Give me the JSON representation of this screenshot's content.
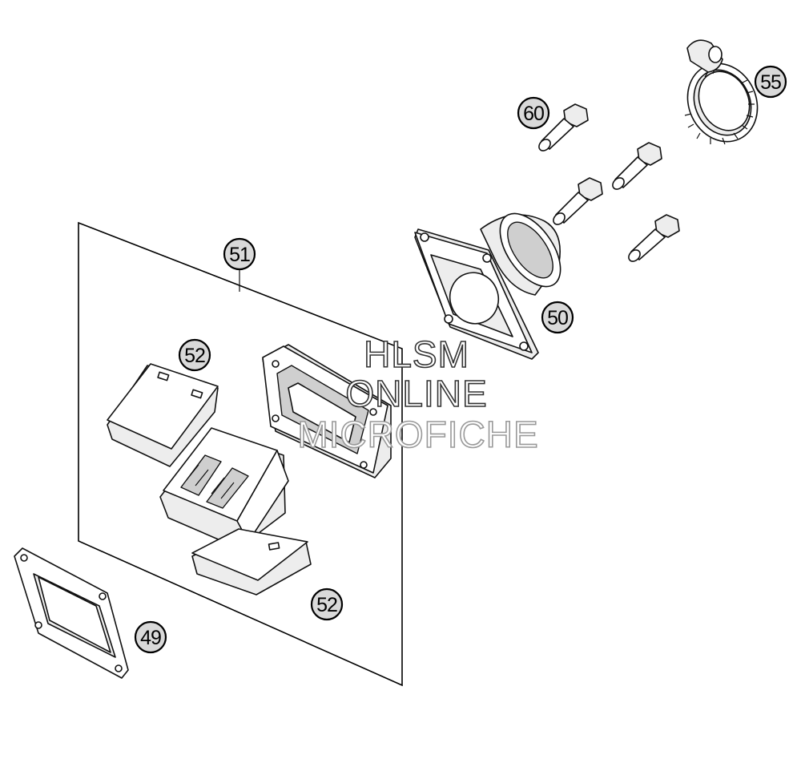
{
  "watermark": {
    "line1": "HLSM",
    "line2": "ONLINE",
    "line3": "MICROFICHE"
  },
  "callouts": {
    "c49": "49",
    "c50": "50",
    "c51": "51",
    "c52a": "52",
    "c52b": "52",
    "c55": "55",
    "c60": "60"
  }
}
